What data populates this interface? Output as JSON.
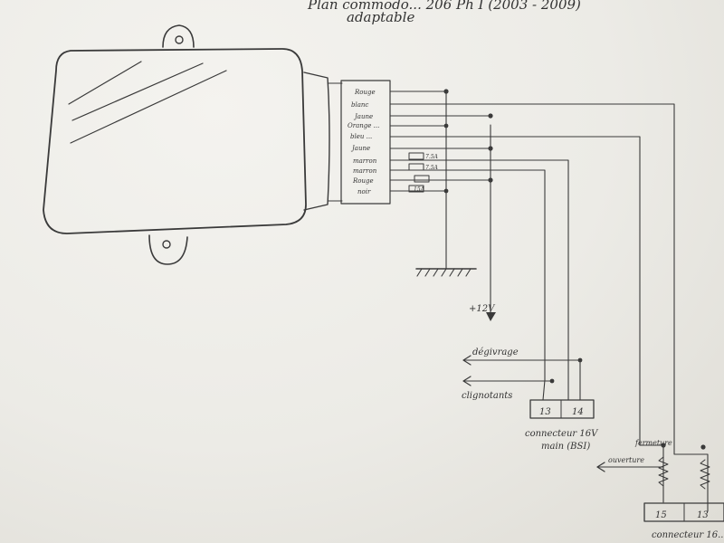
{
  "title": {
    "line1": "Plan commodo... 206 Ph I (2003 - 2009)",
    "line2": "adaptable"
  },
  "connector_pins": [
    {
      "label": "Rouge",
      "ampere": ""
    },
    {
      "label": "blanc",
      "ampere": ""
    },
    {
      "label": "Jaune",
      "ampere": ""
    },
    {
      "label": "Orange ...",
      "ampere": ""
    },
    {
      "label": "bleu ...",
      "ampere": ""
    },
    {
      "label": "Jaune",
      "ampere": ""
    },
    {
      "label": "marron",
      "ampere": "7.5A"
    },
    {
      "label": "marron",
      "ampere": "7.5A"
    },
    {
      "label": "Rouge",
      "ampere": ""
    },
    {
      "label": "noir",
      "ampere": "15A"
    }
  ],
  "labels": {
    "ground": "",
    "plus12v": "+12V",
    "degivrage": "dégivrage",
    "clignotants": "clignotants",
    "connector_bsi_pin13": "13",
    "connector_bsi_pin14": "14",
    "connector_bsi_caption1": "connecteur 16V",
    "connector_bsi_caption2": "main (BSI)",
    "fermeture": "fermeture",
    "ouverture": "ouverture",
    "connector2_pin15": "15",
    "connector2_pin13": "13",
    "connector2_caption": "connecteur 16..."
  }
}
